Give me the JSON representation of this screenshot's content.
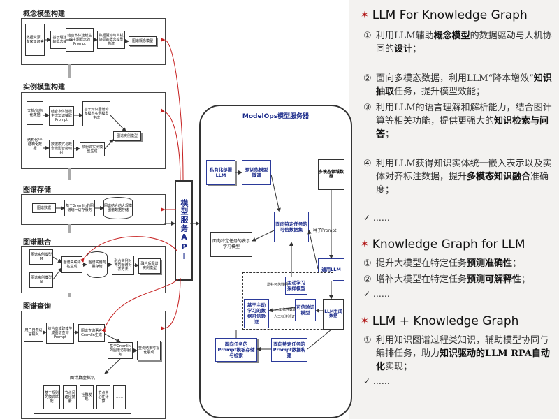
{
  "diagram": {
    "sections": {
      "s1": "概念模型构建",
      "s2": "实例模型构建",
      "s3": "图谱存储",
      "s4": "图谱融合",
      "s5": "图谱查询"
    },
    "s1": {
      "doc": "数据资源、专家知识等",
      "b1": "基于题建模的概念抽取",
      "b2": "结合本体建模生成主题概念的Prompt",
      "b3": "数据驱动与人机协同的概念模型构建",
      "b4": "图谱概念模型"
    },
    "s2": {
      "d1": "文档/结构化数据",
      "d2": "结构化/半结构化数据",
      "b1": "结合本体建模生成知识抽取Prompt",
      "b2": "基于知识图谱的多模态实例模型生成",
      "b3": "图谱实例模型",
      "b4": "数据模式与概念模型智能映射",
      "b5": "映射式实例模型生成"
    },
    "s3": {
      "b1": "图谱数据",
      "b2": "基于Gremlin的图谱统一访存服务",
      "cyl": "图谱结合的大规模图谱数据存储"
    },
    "s4": {
      "d1": "图谱实例模型M",
      "d2": "图谱实例模型N",
      "b1": "图谱关联特征生成",
      "cyl": "图谱实例向量存储",
      "b2": "融合实例对齐的图谱对齐方法",
      "b3": "融合后图谱实例模型"
    },
    "s5": {
      "b0": "用户自然语言输入",
      "b1": "结合本体建模生成图谱查询Prompt",
      "b2": "图谱查询语言Gremlin生成",
      "b3": "基于Gremlin的图谱访存服务",
      "b4": "查询结果可视化展现",
      "vm": "图计算虚拟机",
      "v1": "基于规则的模式匹配",
      "v2": "节点间路径搜索",
      "v3": "社群发现",
      "v4": "节点中心性计算",
      "v5": "……"
    },
    "api": "模型服务API",
    "server": {
      "title": "ModelOps模型服务器",
      "n1": "私有化部署LLM",
      "n2": "预训练模型微调",
      "n3": "多模态领域数据",
      "n4": "面向特定任务的可信数据集",
      "n5": "面向特定任务的表示学习模型",
      "n6": "种子Prompt",
      "n7": "通用LLM",
      "n8": "主动学习采样模型",
      "n9": "基于主动学习的数据可信验证",
      "n10": "可信验证模型",
      "n11": "LLM生成数据",
      "n12": "面向任务的Prompt模板存储与检索",
      "n13": "面向特定任务的Prompt数据构建",
      "lb1": "增补可信数据",
      "lb2": "人工标注数据",
      "lb3": "人工标注验证"
    }
  },
  "panel": {
    "h1": "LLM For Knowledge Graph",
    "h2": "Knowledge Graph for LLM",
    "h3": "LLM + Knowledge Graph",
    "g1": [
      {
        "n": "①",
        "pre": "利用LLM辅助",
        "b": "概念模型",
        "mid": "的数据驱动与人机协同的",
        "b2": "设计",
        "post": "；"
      },
      {
        "n": "②",
        "pre": "面向多模态数据，利用LLM“降本增效”",
        "b": "知识抽取",
        "mid": "任务，提升模型效能；",
        "b2": "",
        "post": ""
      },
      {
        "n": "③",
        "pre": "利用LLM的语言理解和解析能力，结合图计算等相关功能，提供更强大的",
        "b": "知识检索与问答",
        "mid": "；",
        "b2": "",
        "post": ""
      },
      {
        "n": "④",
        "pre": "利用LLM获得知识实体统一嵌入表示以及实体对齐标注数据，提升",
        "b": "多模态知识融合",
        "mid": "准确度；",
        "b2": "",
        "post": ""
      }
    ],
    "g2": [
      {
        "n": "①",
        "pre": "提升大模型在特定任务",
        "b": "预测准确性",
        "mid": "；",
        "b2": "",
        "post": ""
      },
      {
        "n": "②",
        "pre": "增补大模型在特定任务",
        "b": "预测可解释性",
        "mid": "；",
        "b2": "",
        "post": ""
      }
    ],
    "g3": [
      {
        "n": "①",
        "pre": "利用知识图谱过程类知识，辅助模型协同与编排任务，助力",
        "b": "知识驱动的LLM RPA自动化",
        "mid": "实现；",
        "b2": "",
        "post": ""
      }
    ],
    "ellipsis": "……",
    "check": "✓",
    "star": "✶"
  }
}
